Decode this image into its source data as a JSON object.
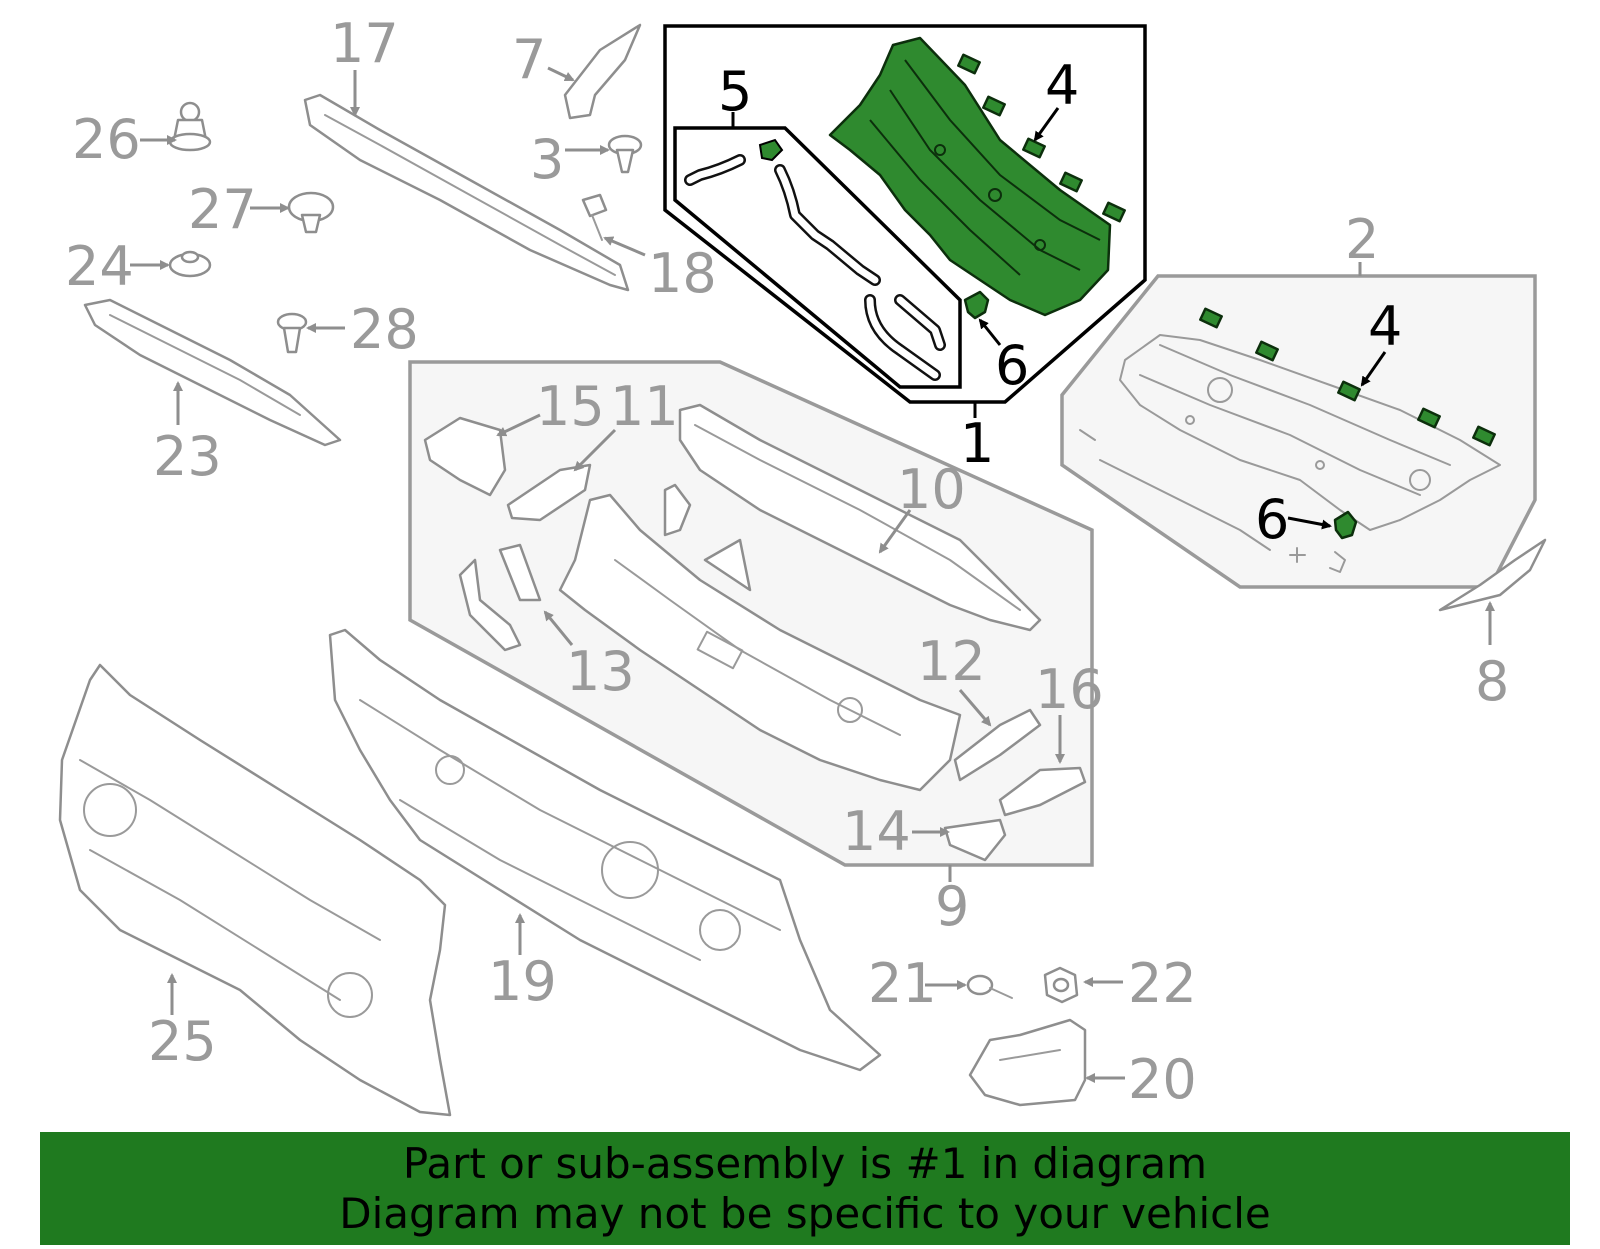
{
  "callouts": {
    "c1": "1",
    "c2": "2",
    "c3": "3",
    "c4a": "4",
    "c4b": "4",
    "c5": "5",
    "c6a": "6",
    "c6b": "6",
    "c7": "7",
    "c8": "8",
    "c9": "9",
    "c10": "10",
    "c11": "11",
    "c12": "12",
    "c13": "13",
    "c14": "14",
    "c15": "15",
    "c16": "16",
    "c17": "17",
    "c18": "18",
    "c19": "19",
    "c20": "20",
    "c21": "21",
    "c22": "22",
    "c23": "23",
    "c24": "24",
    "c25": "25",
    "c26": "26",
    "c27": "27",
    "c28": "28"
  },
  "highlight_color": "#2f8a2f",
  "banner": {
    "line1": "Part or sub-assembly is #1 in diagram",
    "line2": "Diagram may not be specific to your vehicle",
    "background": "#1f7a1f"
  }
}
